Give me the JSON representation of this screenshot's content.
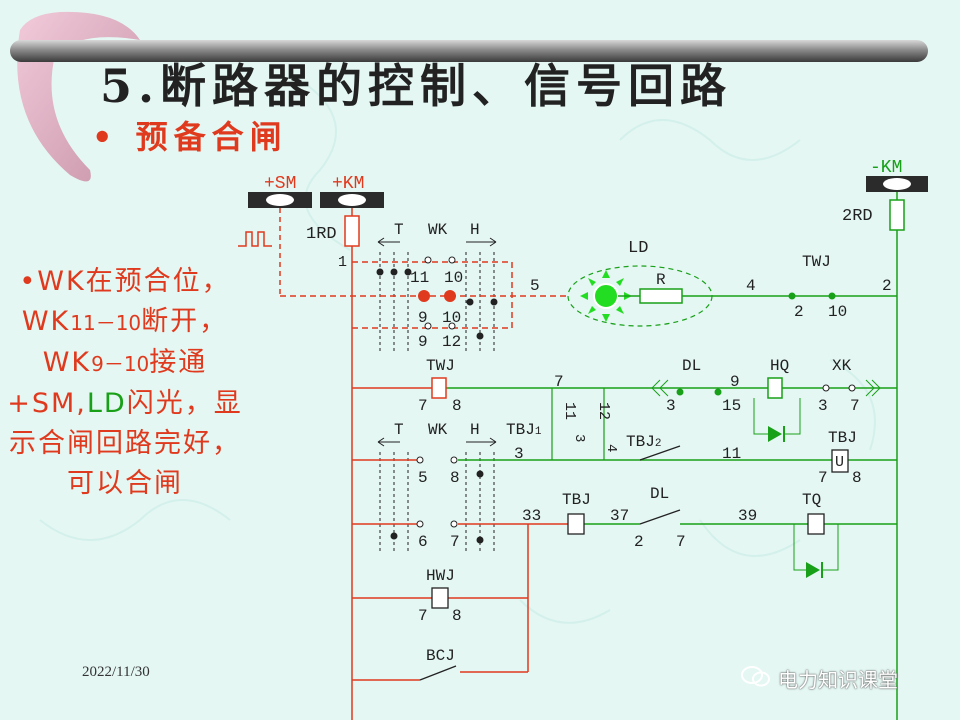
{
  "title": "5.断路器的控制、信号回路",
  "subtitle": "• 预备合闸",
  "side_note": {
    "line1": "•WK在预合位，",
    "line2_a": "WK",
    "line2_b": "11－10",
    "line2_c": "断开，",
    "line3_a": "WK",
    "line3_b": "9－10",
    "line3_c": "接通",
    "line4_a": "+SM,",
    "line4_b": "LD",
    "line4_c": "闪光，显",
    "line5": "示合闸回路完好，",
    "line6": "可以合闸"
  },
  "diagram": {
    "bus_sm": "+SM",
    "bus_km": "+KM",
    "bus_neg_km": "-KM",
    "fuse_1rd": "1RD",
    "fuse_2rd": "2RD",
    "switch_t": "T",
    "switch_wk": "WK",
    "switch_h": "H",
    "node_1": "1",
    "c11": "11",
    "c10a": "10",
    "c9a": "9",
    "c10b": "10",
    "c9b": "9",
    "c12": "12",
    "node_5": "5",
    "lamp_ld": "LD",
    "resistor_r": "R",
    "node_4": "4",
    "relay_twj_top": "TWJ",
    "twj_2": "2",
    "twj_10": "10",
    "node_2": "2",
    "relay_twj": "TWJ",
    "twj_7": "7",
    "twj_8": "8",
    "n7": "7",
    "n11": "11",
    "n12": "12",
    "dl": "DL",
    "hq": "HQ",
    "xk": "XK",
    "n3": "3",
    "n9": "9",
    "n15": "15",
    "n3b": "3",
    "n7b": "7",
    "tbj1_label": "TBJ",
    "tbj1_sub": "1",
    "n3c": "3",
    "n3d": "3",
    "n4": "4",
    "tbj2_label": "TBJ",
    "tbj2_sub": "2",
    "n11b": "11",
    "tbj_right": "TBJ",
    "u": "U",
    "n7c": "7",
    "n8c": "8",
    "c5": "5",
    "c8": "8",
    "c6": "6",
    "c7": "7",
    "n33": "33",
    "tbj_mid": "TBJ",
    "n37": "37",
    "dl2": "DL",
    "n2": "2",
    "n7d": "7",
    "n39": "39",
    "tq": "TQ",
    "hwj": "HWJ",
    "hwj_7": "7",
    "hwj_8": "8",
    "bcj": "BCJ"
  },
  "date": "2022/11/30",
  "watermark": "电力知识课堂",
  "colors": {
    "red": "#e03a1e",
    "green": "#18a018",
    "bright_green": "#22dd22"
  }
}
